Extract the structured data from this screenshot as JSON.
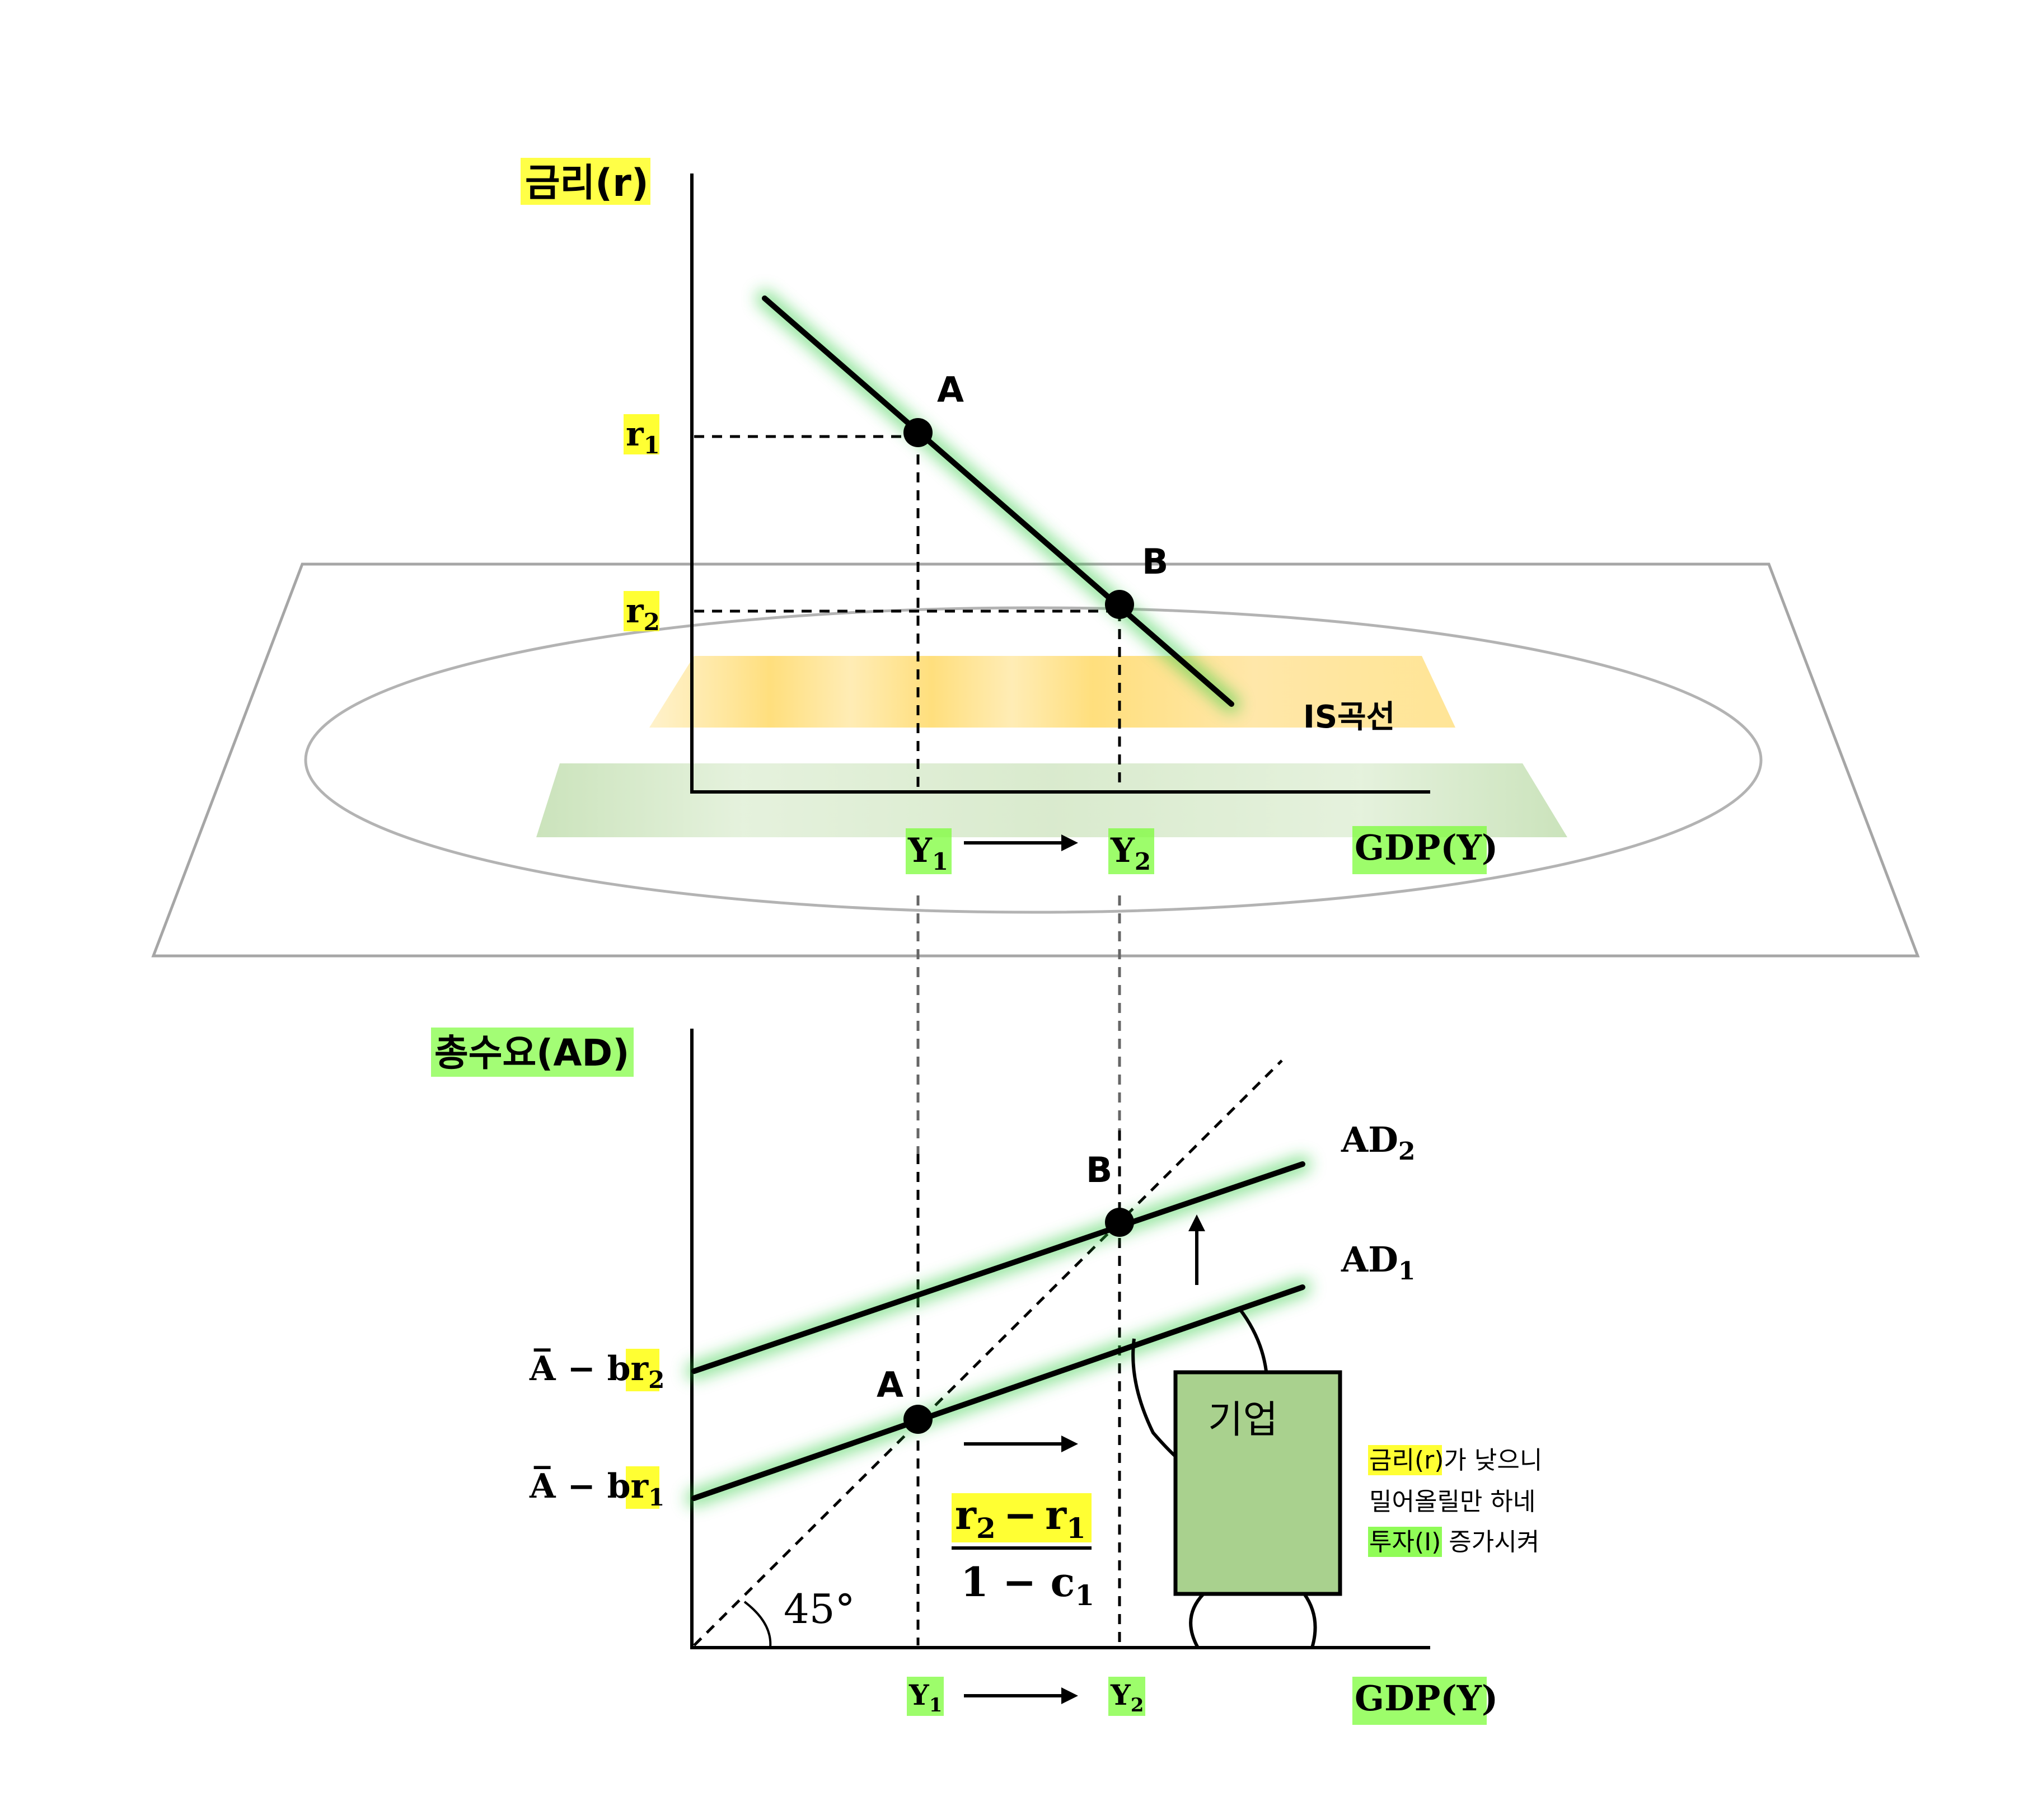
{
  "top_panel": {
    "y_axis_label": "금리(r)",
    "x_axis_label": "GDP(Y)",
    "curve_label": "IS곡선",
    "points": [
      {
        "name": "A",
        "r": "r",
        "r_sub": "1",
        "y": "Y",
        "y_sub": "1"
      },
      {
        "name": "B",
        "r": "r",
        "r_sub": "2",
        "y": "Y",
        "y_sub": "2"
      }
    ]
  },
  "bottom_panel": {
    "y_axis_label": "총수요(AD)",
    "x_axis_label": "GDP(Y)",
    "angle_label": "45°",
    "lines": [
      {
        "label": "AD",
        "sub": "1",
        "intercept": "A̅ − br",
        "intercept_sub": "1"
      },
      {
        "label": "AD",
        "sub": "2",
        "intercept": "A̅ − br",
        "intercept_sub": "2"
      }
    ],
    "points": [
      {
        "name": "A"
      },
      {
        "name": "B"
      }
    ],
    "x_ticks": [
      {
        "label": "Y",
        "sub": "1"
      },
      {
        "label": "Y",
        "sub": "2"
      }
    ],
    "fraction": {
      "numerator_a": "r",
      "numerator_a_sub": "2",
      "minus": "−",
      "numerator_b": "r",
      "numerator_b_sub": "1",
      "denominator": "1 − c",
      "denominator_sub": "1"
    },
    "firm": {
      "label": "기업",
      "speech": [
        {
          "hl": "금리(r)",
          "text": "가 낮으니",
          "hl_color": "#ffff33"
        },
        {
          "hl": "",
          "text": "밀어올릴만 하네",
          "hl_color": ""
        },
        {
          "hl": "투자(I)",
          "text": " 증가시켜",
          "hl_color": "#7CFC3A"
        }
      ]
    }
  },
  "colors": {
    "highlight_yellow": "#ffff33",
    "highlight_green": "#7CFC3A",
    "glow_green": "#2ecc40",
    "firm_box": "#a9d18e",
    "band_orange": "#ffd966",
    "band_green": "#c5e0b4"
  }
}
